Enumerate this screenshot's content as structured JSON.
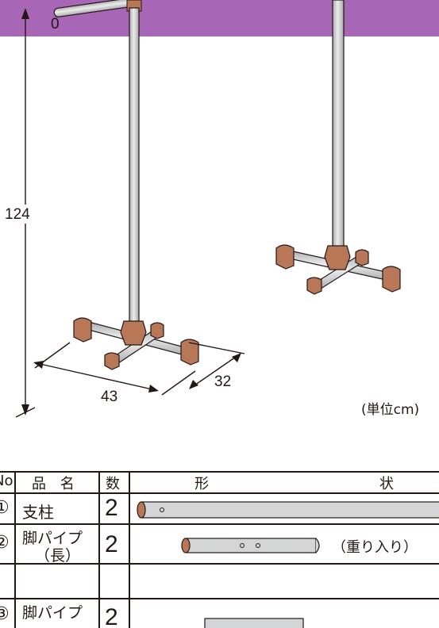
{
  "diagram": {
    "dimensions": {
      "height": "124",
      "width": "43",
      "depth": "32",
      "partial_top": "0"
    },
    "unit_note": "(単位cm)"
  },
  "set_contents": {
    "title": "セット内容",
    "subtitle": "組立前に、部品を必ずお確かめ下さい"
  },
  "table": {
    "headers": {
      "no": "No",
      "name": "品 名",
      "qty": "数",
      "shape_left": "形",
      "shape_right": "状"
    },
    "rows": [
      {
        "no": "①",
        "name": "支柱",
        "qty": "2",
        "note": ""
      },
      {
        "no": "②",
        "name_line1": "脚パイプ",
        "name_line2": "（長）",
        "qty": "2",
        "note": "（重り入り）"
      },
      {
        "no": "③",
        "name": "脚パイプ",
        "qty": "2"
      }
    ]
  },
  "colors": {
    "accent": "#a867b6",
    "pipe": "#d4d5d7",
    "joint": "#b87858"
  }
}
